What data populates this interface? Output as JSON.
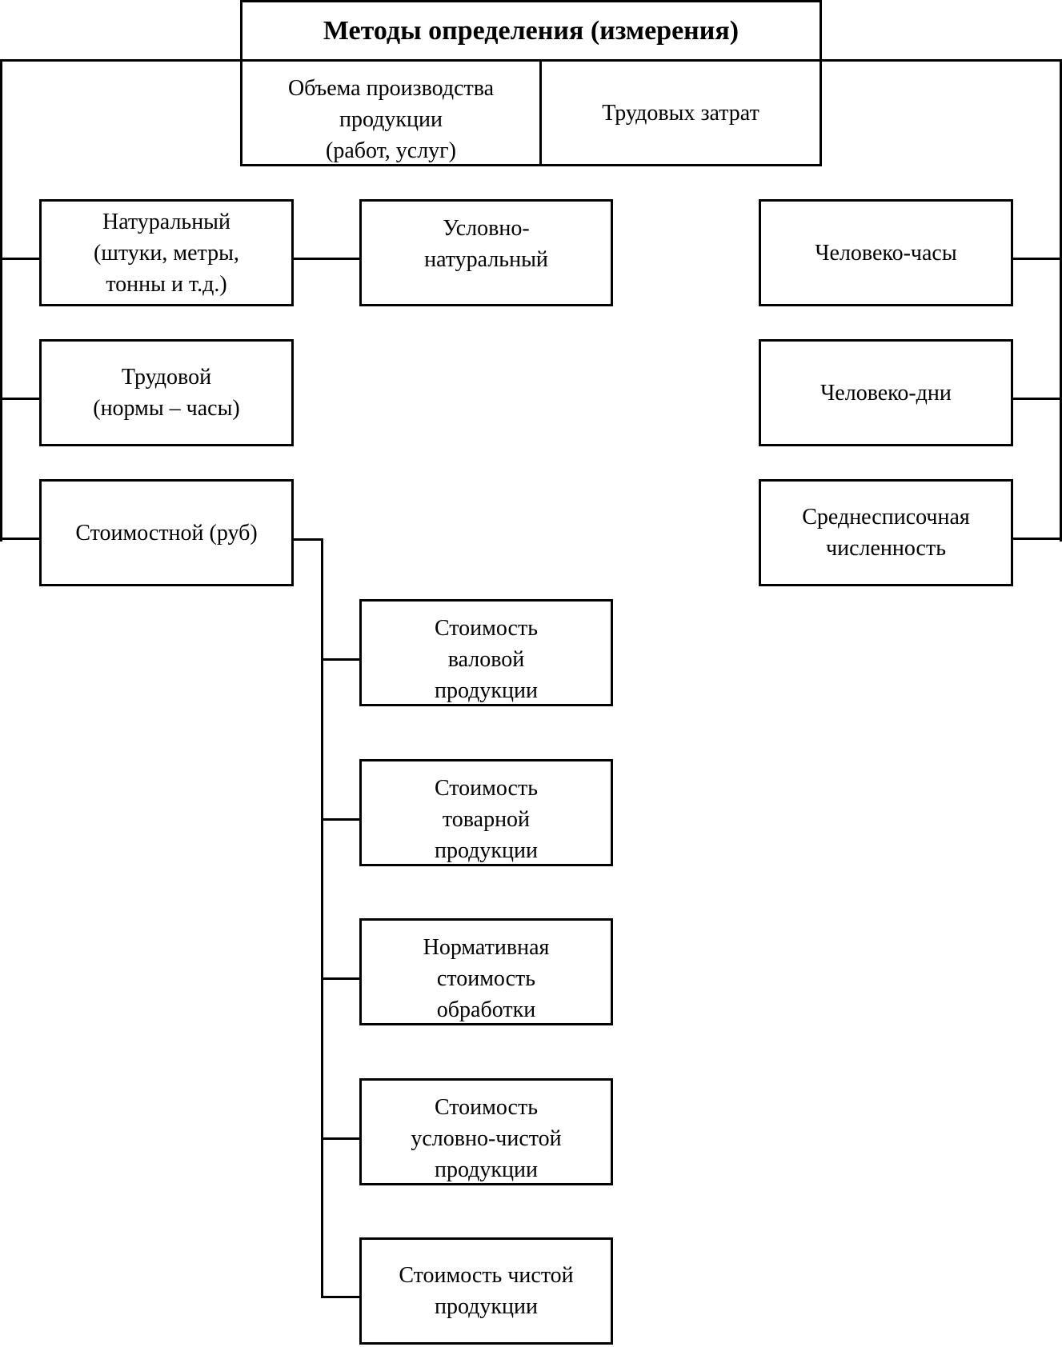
{
  "header": {
    "title": "Методы определения (измерения)",
    "left": "Объема производства\nпродукции\n(работ, услуг)",
    "right": "Трудовых затрат"
  },
  "production_methods": {
    "natural": "Натуральный\n(штуки, метры,\nтонны и т.д.)",
    "conditional_natural": "Условно-\nнатуральный",
    "labor": "Трудовой\n(нормы – часы)",
    "cost": "Стоимостной (руб)"
  },
  "cost_children": [
    "Стоимость\nваловой\nпродукции",
    "Стоимость\nтоварной\nпродукции",
    "Нормативная\nстоимость\nобработки",
    "Стоимость\nусловно-чистой\nпродукции",
    "Стоимость чистой\nпродукции"
  ],
  "labor_methods": {
    "man_hours": "Человеко-часы",
    "man_days": "Человеко-дни",
    "avg_headcount": "Среднесписочная\nчисленность"
  }
}
